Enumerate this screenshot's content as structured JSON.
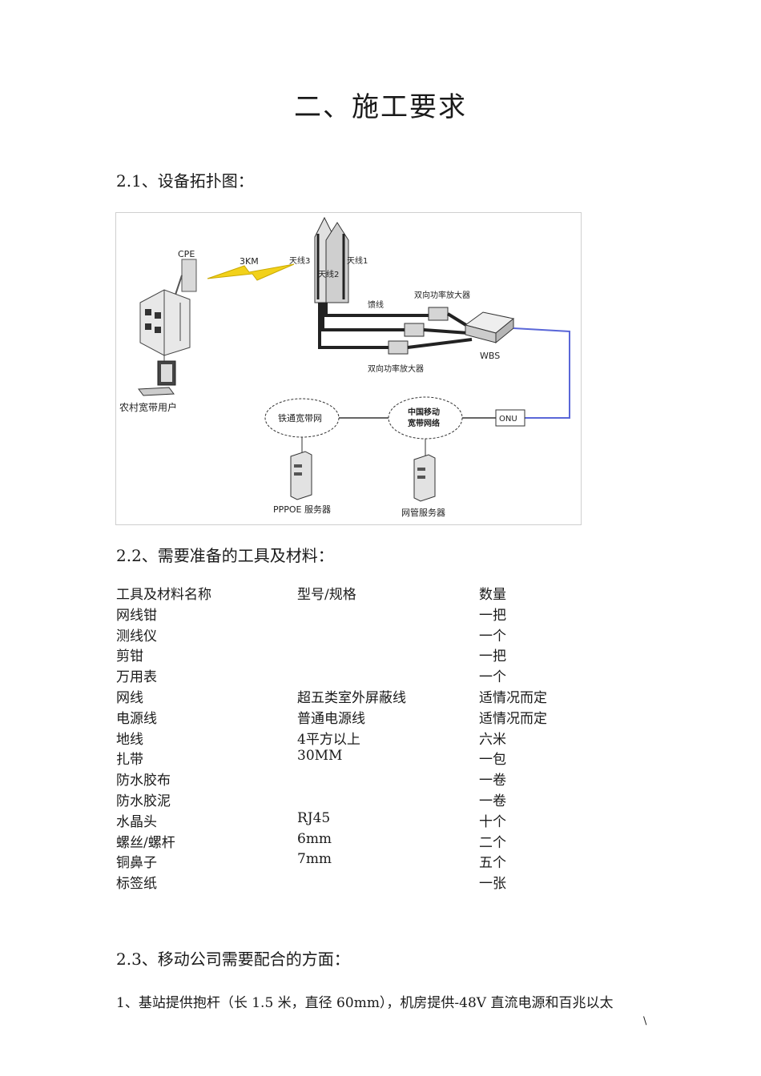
{
  "title": "二、施工要求",
  "section1": {
    "heading": "2.1、设备拓扑图："
  },
  "diagram": {
    "cpe": "CPE",
    "distance": "3KM",
    "antenna3": "天线3",
    "antenna1": "天线1",
    "antenna2": "天线2",
    "feeder": "馈线",
    "amp_top": "双向功率放大器",
    "amp_bottom": "双向功率放大器",
    "wbs": "WBS",
    "rural_user": "农村宽带用户",
    "tietong": "铁通宽带网",
    "cmcc_line1": "中国移动",
    "cmcc_line2": "宽带网络",
    "onu": "ONU",
    "pppoe": "PPPOE 服务器",
    "nms": "网管服务器"
  },
  "section2": {
    "heading": "2.2、需要准备的工具及材料：",
    "columns": [
      "工具及材料名称",
      "型号/规格",
      "数量"
    ],
    "rows": [
      [
        "网线钳",
        "",
        "一把"
      ],
      [
        "测线仪",
        "",
        "一个"
      ],
      [
        "剪钳",
        "",
        "一把"
      ],
      [
        "万用表",
        "",
        "一个"
      ],
      [
        "网线",
        "超五类室外屏蔽线",
        "适情况而定"
      ],
      [
        "电源线",
        "普通电源线",
        "适情况而定"
      ],
      [
        "地线",
        "4平方以上",
        "六米"
      ],
      [
        "扎带",
        "30MM",
        "一包"
      ],
      [
        "防水胶布",
        "",
        "一卷"
      ],
      [
        "防水胶泥",
        "",
        "一卷"
      ],
      [
        "水晶头",
        "RJ45",
        "十个"
      ],
      [
        "螺丝/螺杆",
        "6mm",
        "二个"
      ],
      [
        "铜鼻子",
        "7mm",
        "五个"
      ],
      [
        "标签纸",
        "",
        "一张"
      ]
    ]
  },
  "section3": {
    "heading": "2.3、移动公司需要配合的方面：",
    "para1": "1、基站提供抱杆（长 1.5 米，直径 60mm），机房提供-48V 直流电源和百兆以太"
  },
  "page_mark": "\\"
}
